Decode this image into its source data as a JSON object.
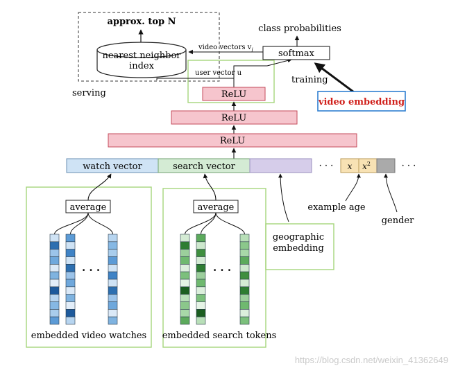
{
  "serving": {
    "top_n_label": "approx. top N",
    "index_label_line1": "nearest neighbor",
    "index_label_line2": "index",
    "serving_label": "serving",
    "video_vectors_label": "video vectors v",
    "video_vectors_sub": "j",
    "user_vector_label": "user vector u"
  },
  "training": {
    "class_probabilities": "class probabilities",
    "softmax": "softmax",
    "training_label": "training",
    "video_embedding": "video embedding"
  },
  "layers": {
    "relu_top": "ReLU",
    "relu_mid": "ReLU",
    "relu_bottom": "ReLU"
  },
  "input": {
    "watch_vector": "watch vector",
    "search_vector": "search vector",
    "ellipsis": "· · ·",
    "x": "x",
    "x2_base": "x",
    "x2_sup": "2",
    "ellipsis_right": "· · ·",
    "example_age": "example age",
    "gender": "gender",
    "geographic_line1": "geographic",
    "geographic_line2": "embedding"
  },
  "towers": {
    "average_watch": "average",
    "average_search": "average",
    "dots_watch": "· · ·",
    "dots_search": "· · ·",
    "embedded_video_watches": "embedded video watches",
    "embedded_search_tokens": "embedded search tokens"
  },
  "watermark": "https://blog.csdn.net/weixin_41362649",
  "colors": {
    "relu_fill": "#f6c5cd",
    "relu_stroke": "#c44a5a",
    "watch_fill": "#cfe3f5",
    "search_fill": "#d4ebd4",
    "geo_fill": "#d6cdea",
    "age_fill": "#f8e2b4",
    "gender_fill": "#aaaaaa",
    "green_frame": "#a6d57c",
    "blue_frame": "#2f7fd1",
    "red_text": "#d0201b"
  }
}
